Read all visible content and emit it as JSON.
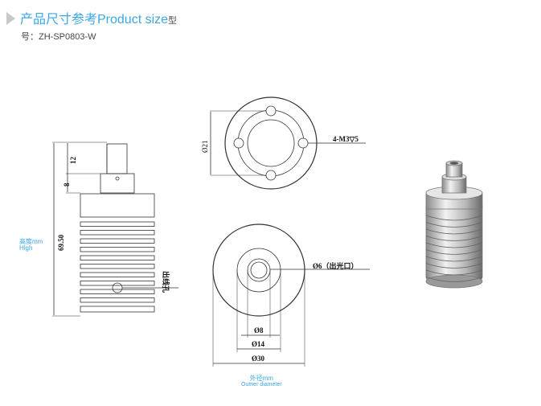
{
  "header": {
    "title": "产品尺寸参考Product size",
    "title_suffix": "型",
    "model_label": "号：",
    "model": "ZH-SP0803-W"
  },
  "side_view": {
    "dim_top": "12",
    "dim_neck": "8",
    "dim_height": "69.50",
    "hole_label": "出线孔",
    "caption_cn": "高度mm",
    "caption_en": "High"
  },
  "top_view": {
    "dim_bolt_circle": "Ø21",
    "holes": "4-M3▽5"
  },
  "bottom_view": {
    "aperture": "Ø6（出光口）",
    "d8": "Ø8",
    "d14": "Ø14",
    "d30": "Ø30",
    "caption_cn": "外径mm",
    "caption_en": "Outner diameter"
  }
}
